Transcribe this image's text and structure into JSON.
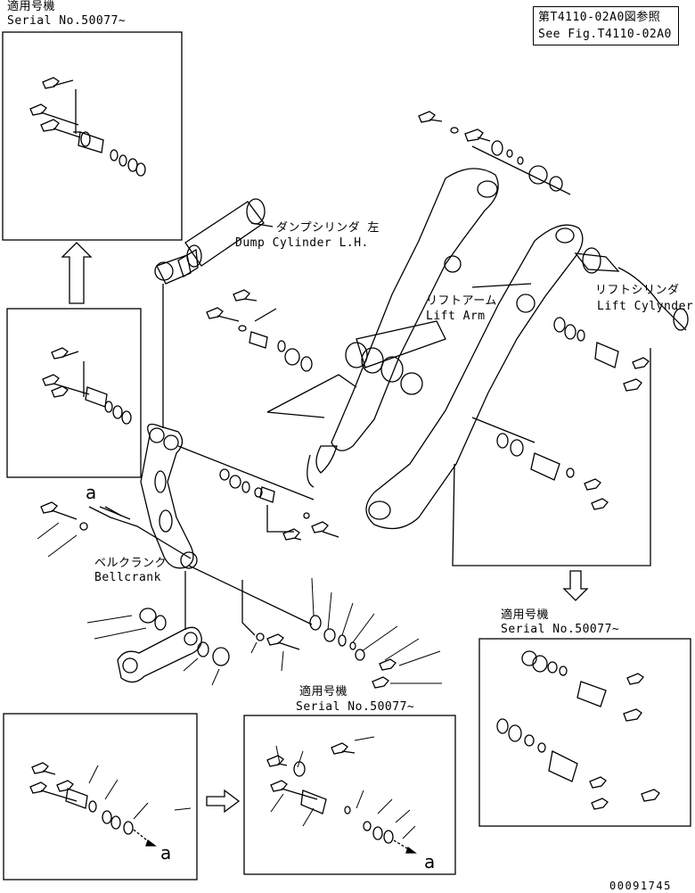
{
  "reference": {
    "jp": "第T4110-02A0図参照",
    "en": "See Fig.T4110-02A0"
  },
  "serial_top_left": {
    "jp": "適用号機",
    "en": "Serial No.50077~"
  },
  "serial_right": {
    "jp": "適用号機",
    "en": "Serial No.50077~"
  },
  "serial_bottom": {
    "jp": "適用号機",
    "en": "Serial No.50077~"
  },
  "dump_cylinder": {
    "jp": "ダンプシリンダ 左",
    "en": "Dump Cylinder L.H."
  },
  "lift_arm": {
    "jp": "リフトアーム",
    "en": "Lift Arm"
  },
  "lift_cylinder": {
    "jp": "リフトシリンダ",
    "en": "Lift Cylynder"
  },
  "bellcrank": {
    "jp": "ベルクランク",
    "en": "Bellcrank"
  },
  "ref_mark": "a",
  "ref_mark_b1": "a",
  "ref_mark_b2": "a",
  "drawing_number": "00091745"
}
